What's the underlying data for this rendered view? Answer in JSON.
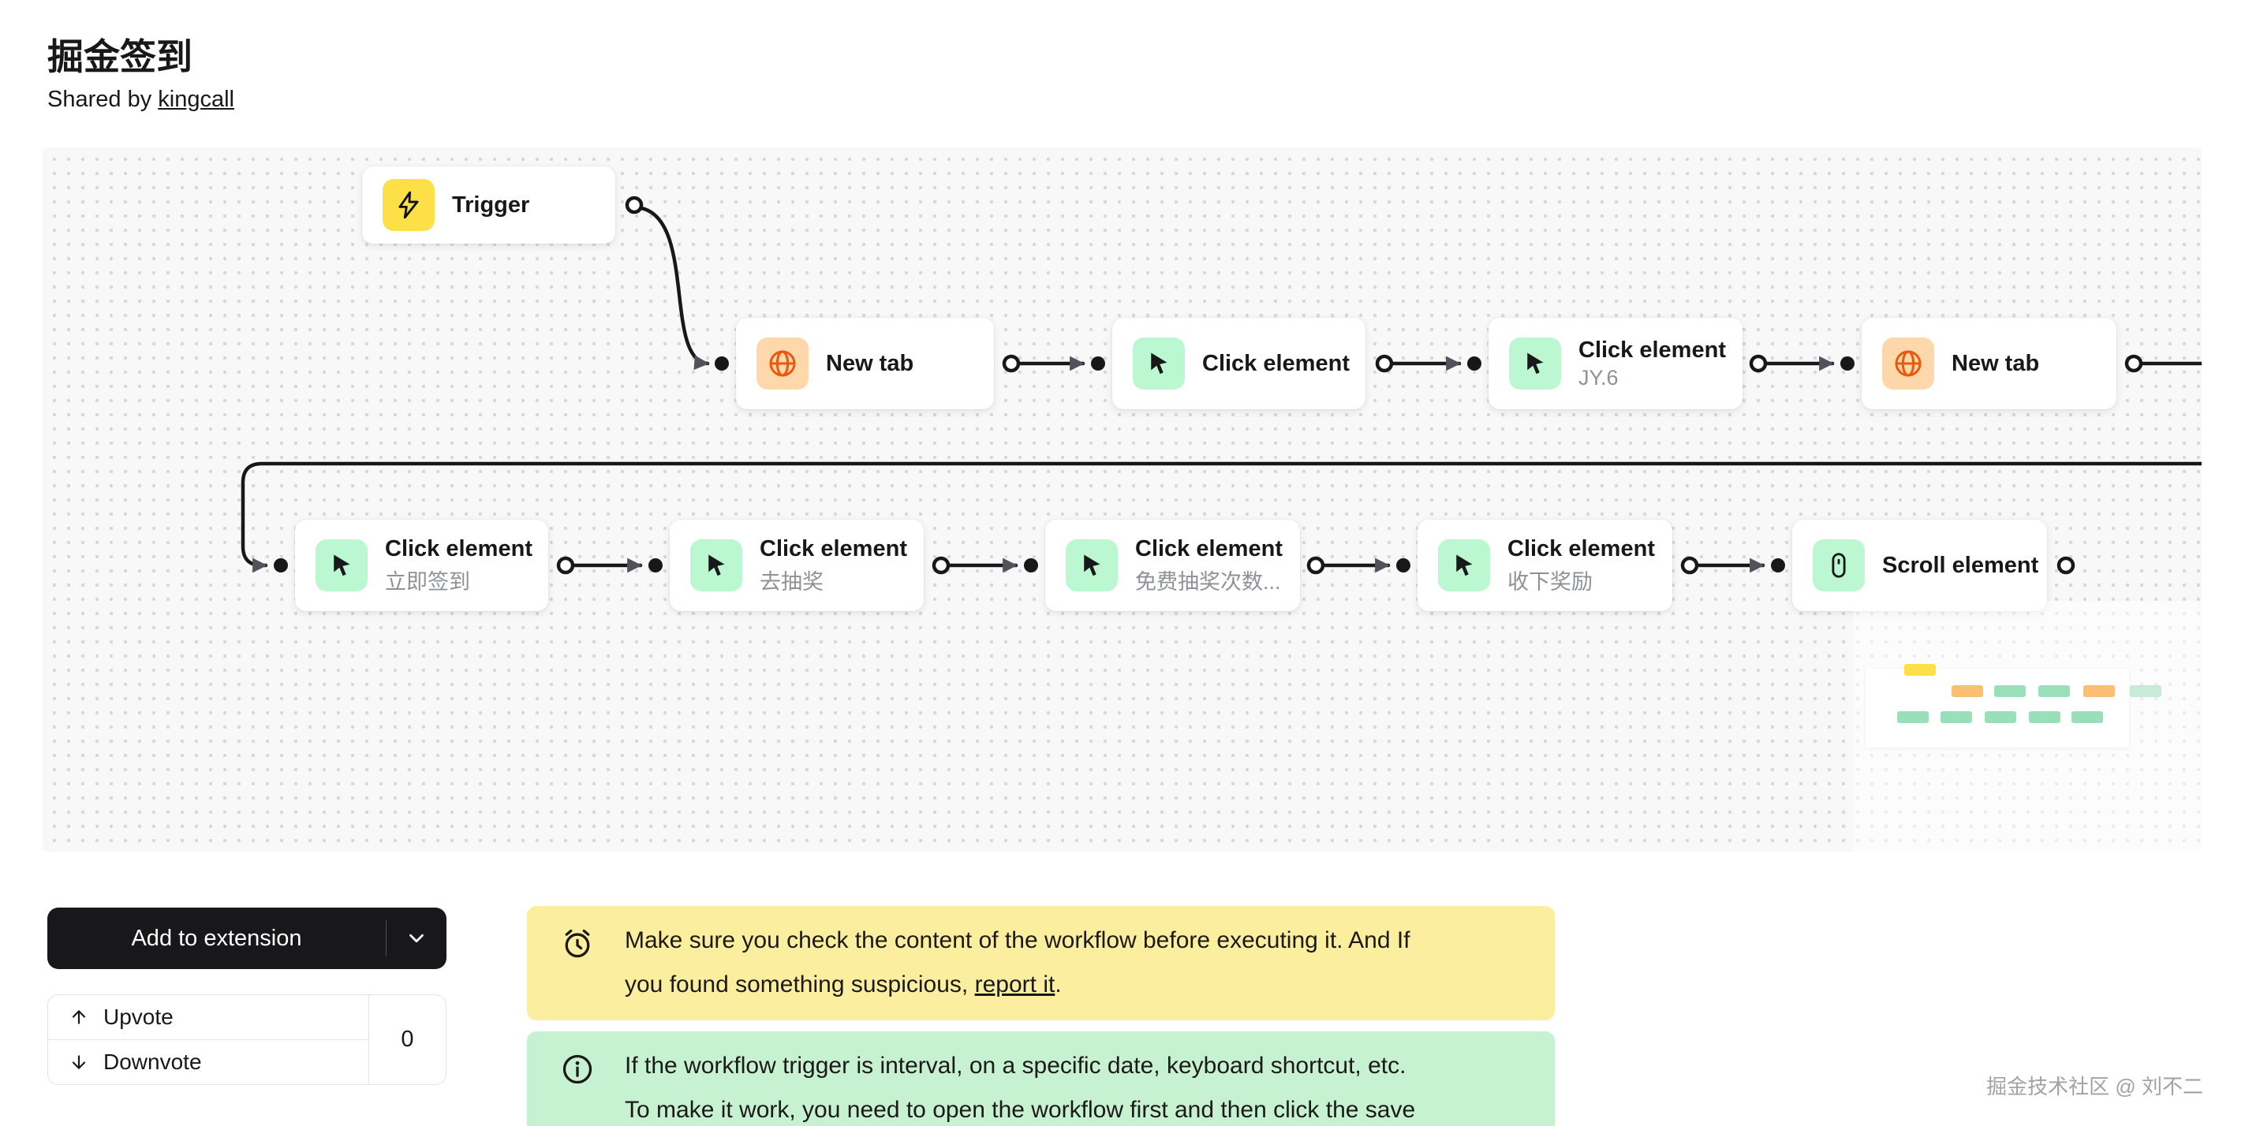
{
  "page": {
    "title": "掘金签到",
    "shared_by_prefix": "Shared by ",
    "shared_by_user": "kingcall"
  },
  "workflow": {
    "nodes": [
      {
        "type": "trigger",
        "icon": "lightning-bolt-icon",
        "label": "Trigger"
      },
      {
        "type": "new-tab",
        "icon": "globe-icon",
        "label": "New tab"
      },
      {
        "type": "click",
        "icon": "cursor-icon",
        "label": "Click element"
      },
      {
        "type": "click",
        "icon": "cursor-icon",
        "label": "Click element",
        "sublabel": "JY.6"
      },
      {
        "type": "new-tab",
        "icon": "globe-icon",
        "label": "New tab"
      },
      {
        "type": "click",
        "icon": "cursor-icon",
        "label": "Click element",
        "sublabel": "立即签到"
      },
      {
        "type": "click",
        "icon": "cursor-icon",
        "label": "Click element",
        "sublabel": "去抽奖"
      },
      {
        "type": "click",
        "icon": "cursor-icon",
        "label": "Click element",
        "sublabel": "免费抽奖次数..."
      },
      {
        "type": "click",
        "icon": "cursor-icon",
        "label": "Click element",
        "sublabel": "收下奖励"
      },
      {
        "type": "scroll",
        "icon": "mouse-icon",
        "label": "Scroll element"
      }
    ]
  },
  "actions": {
    "add_to_extension": "Add to extension",
    "upvote": "Upvote",
    "downvote": "Downvote",
    "vote_count": "0"
  },
  "alerts": {
    "warning": {
      "line1": "Make sure you check the content of the workflow before executing it. And If",
      "line2_prefix": "you found something suspicious, ",
      "link": "report it",
      "suffix": "."
    },
    "info": {
      "line1": "If the workflow trigger is interval, on a specific date, keyboard shortcut, etc.",
      "line2": "To make it work, you need to open the workflow first and then click the save"
    }
  },
  "watermark": "掘金技术社区 @ 刘不二",
  "colors": {
    "trigger_yellow": "#fde047",
    "new_tab_orange_bg": "#fed7aa",
    "globe_orange": "#ea580c",
    "node_green_bg": "#bbf7d0",
    "warning_bg": "#fbee9f",
    "info_bg": "#c6f2d2",
    "button_bg": "#18181b",
    "edge_color": "#18181b"
  }
}
